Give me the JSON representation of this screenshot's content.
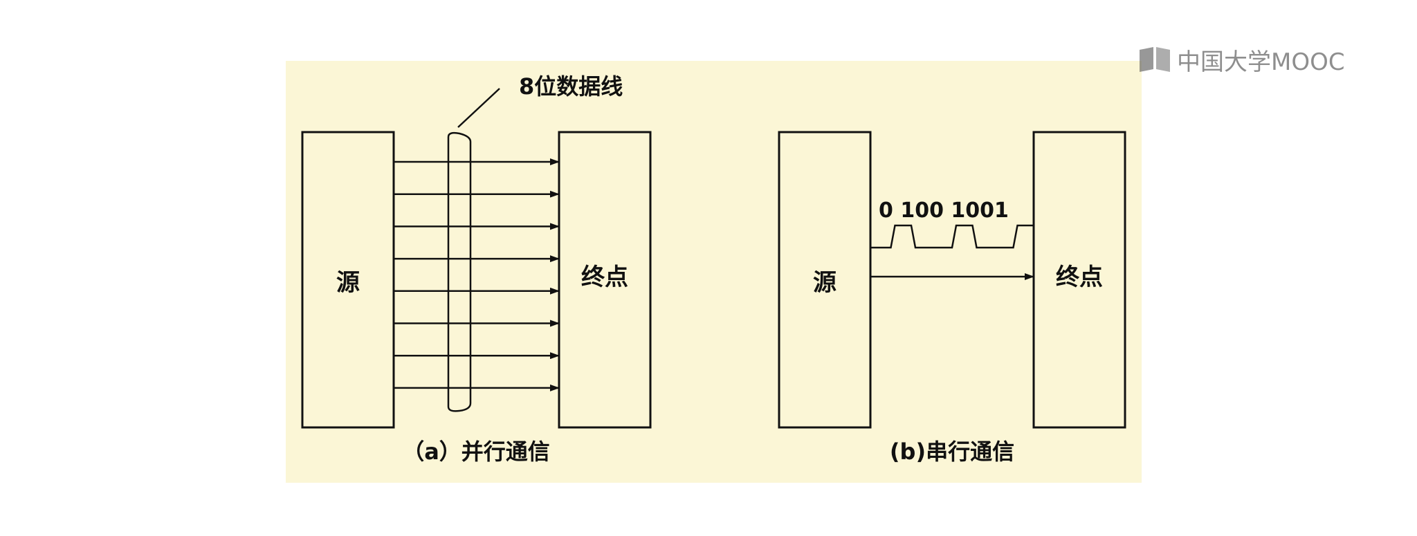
{
  "watermark": {
    "text": "中国大学MOOC",
    "icon": "mooc-book-icon"
  },
  "diagram_a": {
    "source_label": "源",
    "dest_label": "终点",
    "bus_label": "8位数据线",
    "line_count": 8,
    "caption": "（a）并行通信"
  },
  "diagram_b": {
    "source_label": "源",
    "dest_label": "终点",
    "bits_label": "0 100 1001",
    "bits": [
      0,
      1,
      0,
      0,
      1,
      0,
      0,
      1
    ],
    "caption": "(b)串行通信"
  },
  "colors": {
    "panel_bg": "#fbf6d6",
    "stroke": "#111111"
  }
}
